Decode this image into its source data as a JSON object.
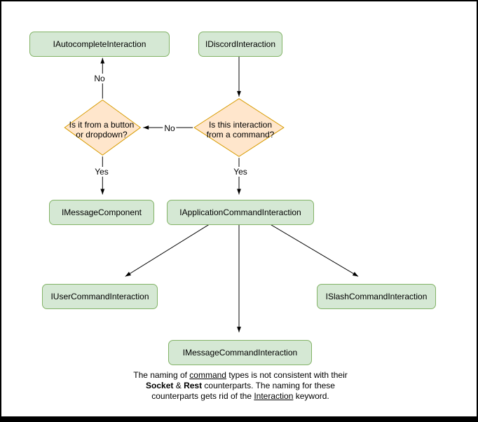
{
  "diagram": {
    "title": "Discord interaction type flowchart",
    "colors": {
      "node_fill": "#d5e8d4",
      "node_stroke": "#82b366",
      "diamond_fill": "#ffe6cc",
      "diamond_stroke": "#d79b00",
      "line": "#000000"
    },
    "nodes": {
      "autocomplete": {
        "label": "IAutocompleteInteraction"
      },
      "discord": {
        "label": "IDiscordInteraction"
      },
      "button_dropdown": {
        "label": "Is it from a button or dropdown?"
      },
      "from_command": {
        "label": "Is this interaction from a command?"
      },
      "message_component": {
        "label": "IMessageComponent"
      },
      "application_command": {
        "label": "IApplicationCommandInteraction"
      },
      "user_command": {
        "label": "IUserCommandInteraction"
      },
      "slash_command": {
        "label": "ISlashCommandInteraction"
      },
      "message_command": {
        "label": "IMessageCommandInteraction"
      }
    },
    "edges": {
      "no_up": "No",
      "no_left": "No",
      "yes_left": "Yes",
      "yes_center": "Yes"
    },
    "note": {
      "l1a": "The naming of ",
      "l1b": "command",
      "l1c": " types is not consistent with their",
      "l2a": "Socket",
      "l2b": " & ",
      "l2c": "Rest",
      "l2d": " counterparts. The naming for these",
      "l3a": "counterparts gets rid of the ",
      "l3b": "Interaction",
      "l3c": " keyword."
    }
  }
}
